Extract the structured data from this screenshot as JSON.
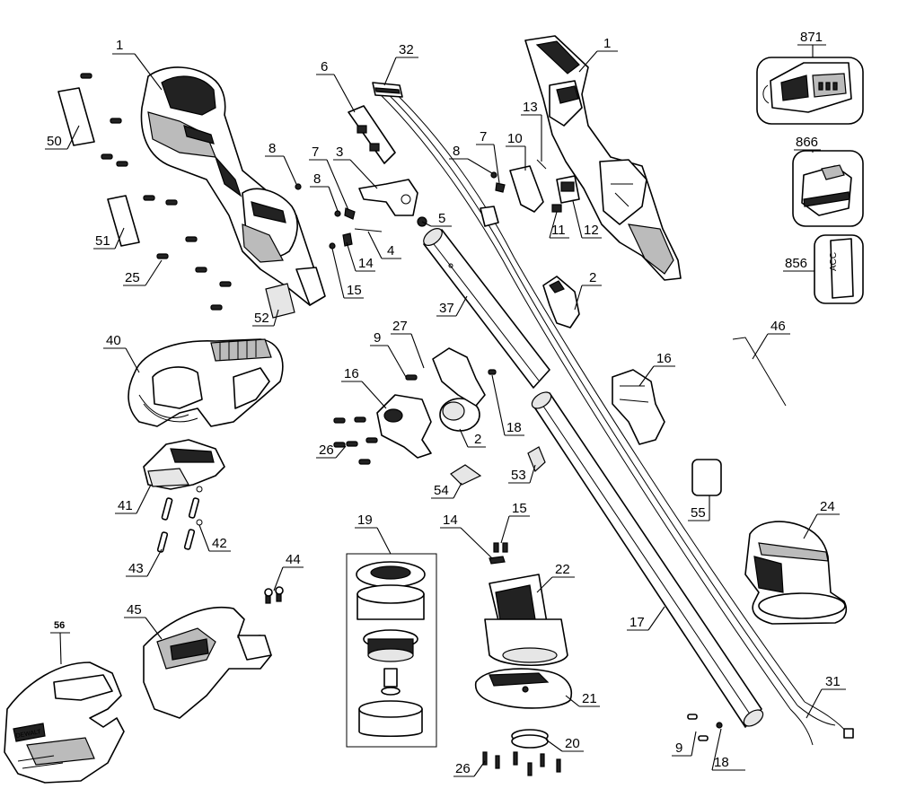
{
  "callouts": {
    "c1a": "1",
    "c1b": "1",
    "c2a": "2",
    "c2b": "2",
    "c3": "3",
    "c4": "4",
    "c5": "5",
    "c6": "6",
    "c7a": "7",
    "c7b": "7",
    "c8a": "8",
    "c8b": "8",
    "c8c": "8",
    "c9a": "9",
    "c9b": "9",
    "c10": "10",
    "c11": "11",
    "c12": "12",
    "c13": "13",
    "c14a": "14",
    "c14b": "14",
    "c15a": "15",
    "c15b": "15",
    "c16a": "16",
    "c16b": "16",
    "c17": "17",
    "c18a": "18",
    "c18b": "18",
    "c19": "19",
    "c20": "20",
    "c21": "21",
    "c22": "22",
    "c24": "24",
    "c25": "25",
    "c26a": "26",
    "c26b": "26",
    "c27": "27",
    "c31": "31",
    "c32": "32",
    "c37": "37",
    "c40": "40",
    "c41": "41",
    "c42": "42",
    "c43": "43",
    "c44": "44",
    "c45": "45",
    "c46": "46",
    "c50": "50",
    "c51": "51",
    "c52": "52",
    "c53": "53",
    "c54": "54",
    "c55": "55",
    "c56": "56",
    "c856": "856",
    "c866": "866",
    "c871": "871"
  },
  "decals": {
    "guard_brand": "DEWALT",
    "acc_tag": "ACC"
  }
}
